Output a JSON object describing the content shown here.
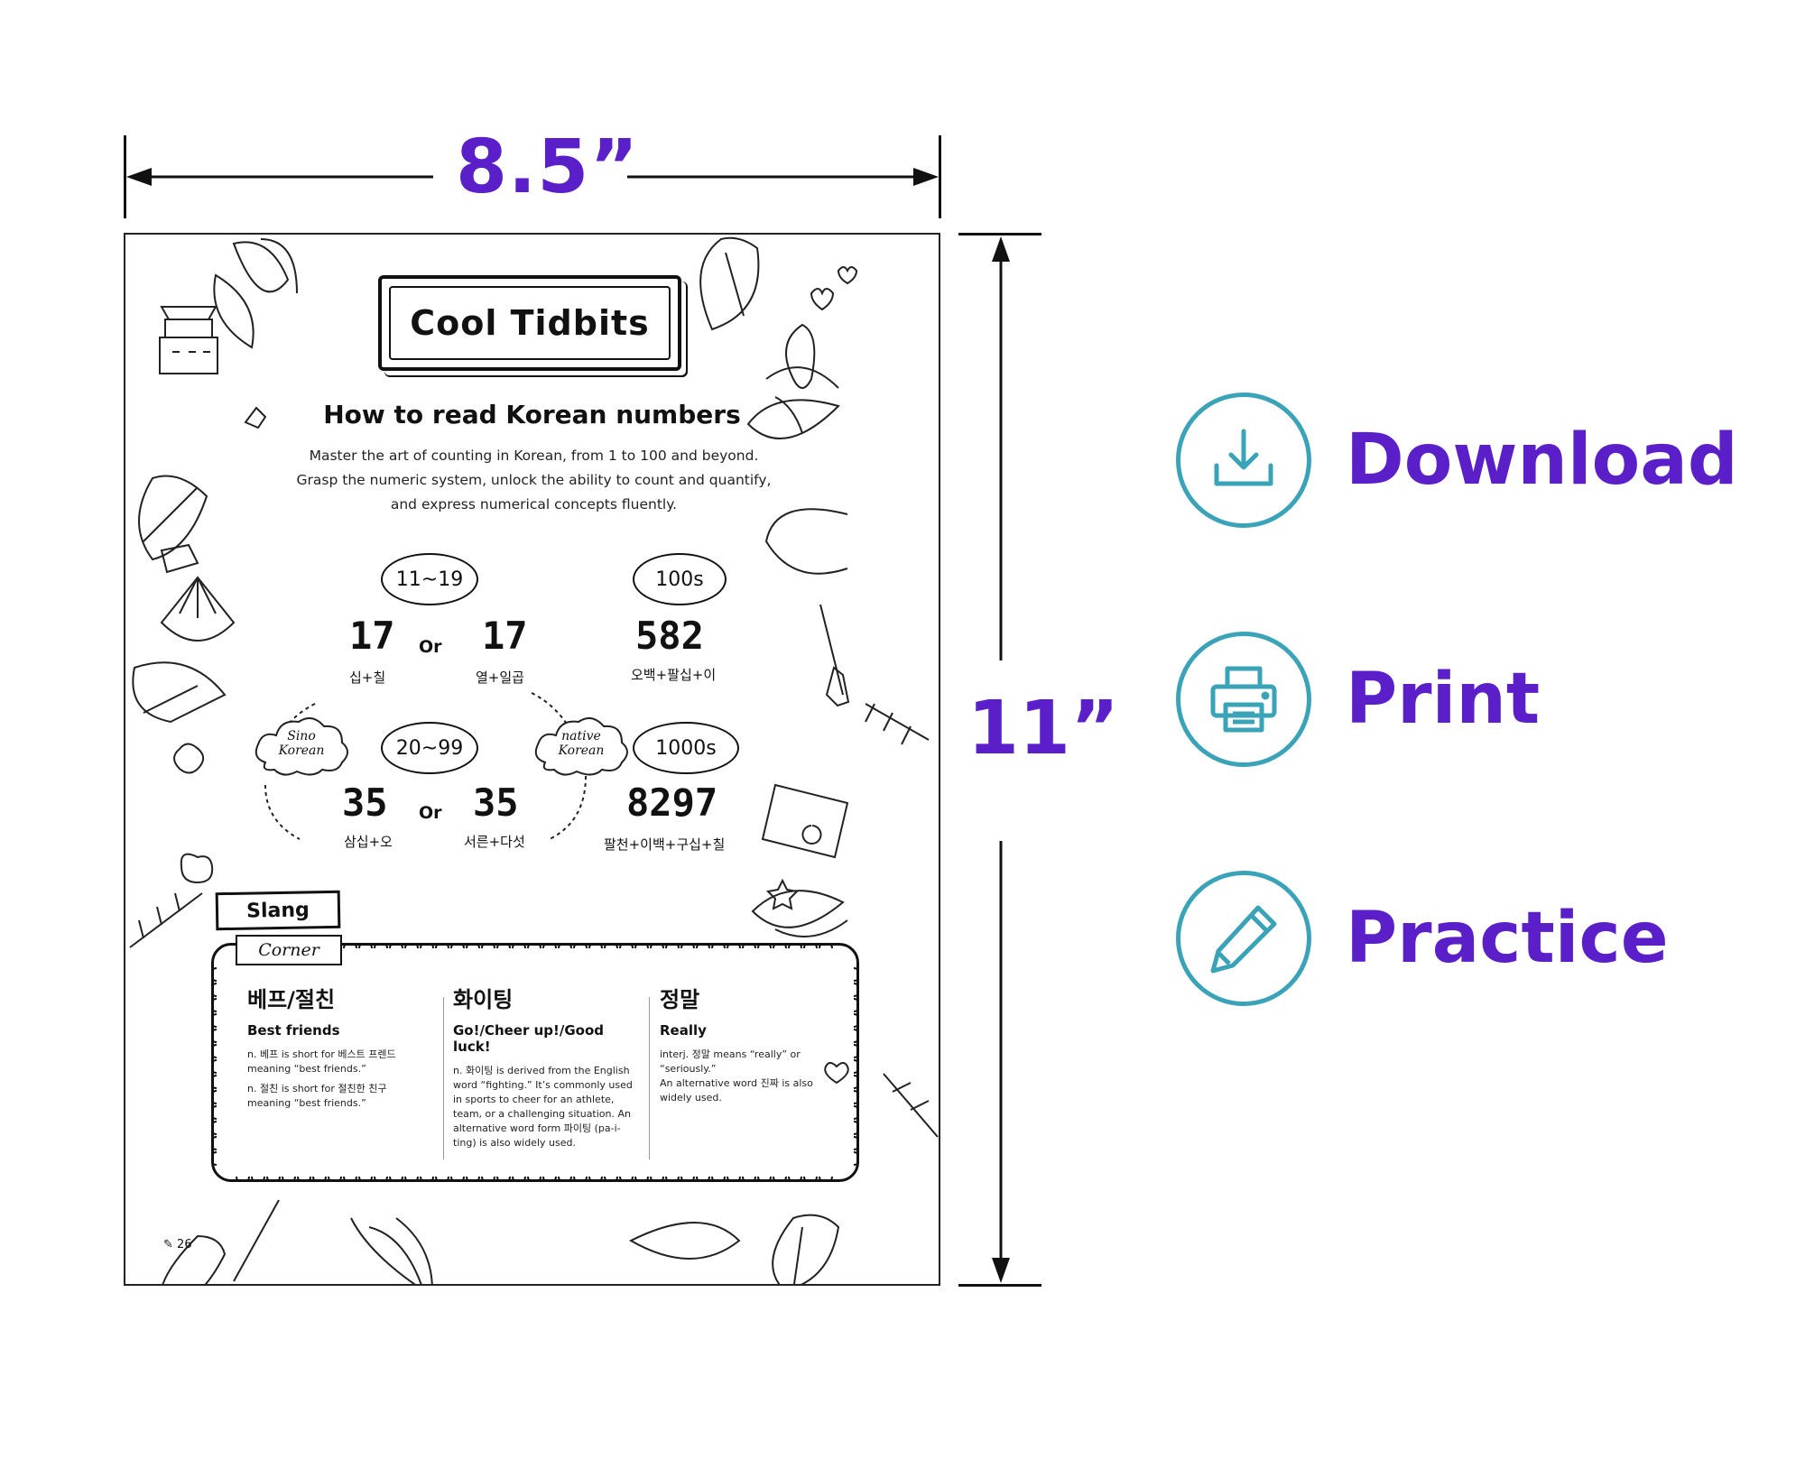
{
  "dimensions": {
    "width_label": "8.5”",
    "height_label": "11”"
  },
  "page": {
    "banner_title": "Cool Tidbits",
    "heading": "How to read Korean numbers",
    "intro_lines": [
      "Master the art of counting in Korean, from 1 to 100 and beyond.",
      "Grasp the numeric system, unlock the ability to count and quantify,",
      "and express numerical concepts fluently."
    ],
    "numbers": {
      "range_1": "11~19",
      "range_2": "20~99",
      "range_3": "100s",
      "range_4": "1000s",
      "or_label": "Or",
      "ex1_sino": "17",
      "ex1_sino_reading": "십+칠",
      "ex1_native": "17",
      "ex1_native_reading": "열+일곱",
      "ex2_sino": "35",
      "ex2_sino_reading": "삼십+오",
      "ex2_native": "35",
      "ex2_native_reading": "서른+다섯",
      "ex3": "582",
      "ex3_reading": "오백+팔십+이",
      "ex4": "8297",
      "ex4_reading": "팔천+이백+구십+칠",
      "cloud_sino": [
        "Sino",
        "Korean"
      ],
      "cloud_native": [
        "native",
        "Korean"
      ]
    },
    "slang": {
      "flag": "Slang",
      "flag_sub": "Corner",
      "items": [
        {
          "word": "베프/절친",
          "english": "Best friends",
          "definitions": [
            "n. 베프 is short for 베스트 프렌드 meaning “best friends.”",
            "n. 절친 is short for 절친한 친구 meaning “best friends.”"
          ]
        },
        {
          "word": "화이팅",
          "english": "Go!/Cheer up!/Good luck!",
          "definitions": [
            "n. 화이팅 is derived from the English word “fighting.” It’s commonly used in sports to cheer for an athlete, team, or a challenging situation. An alternative word form 파이팅 (pa-i-ting) is also widely used."
          ]
        },
        {
          "word": "정말",
          "english": "Really",
          "definitions": [
            "interj. 정말 means “really” or “seriously.”",
            "An alternative word 진짜 is also widely used."
          ]
        }
      ]
    },
    "page_number": "26"
  },
  "actions": [
    {
      "label": "Download",
      "icon": "download-icon"
    },
    {
      "label": "Print",
      "icon": "printer-icon"
    },
    {
      "label": "Practice",
      "icon": "pencil-icon"
    }
  ],
  "colors": {
    "label_purple": "#5a1fc9",
    "icon_teal": "#3aa3b8"
  }
}
